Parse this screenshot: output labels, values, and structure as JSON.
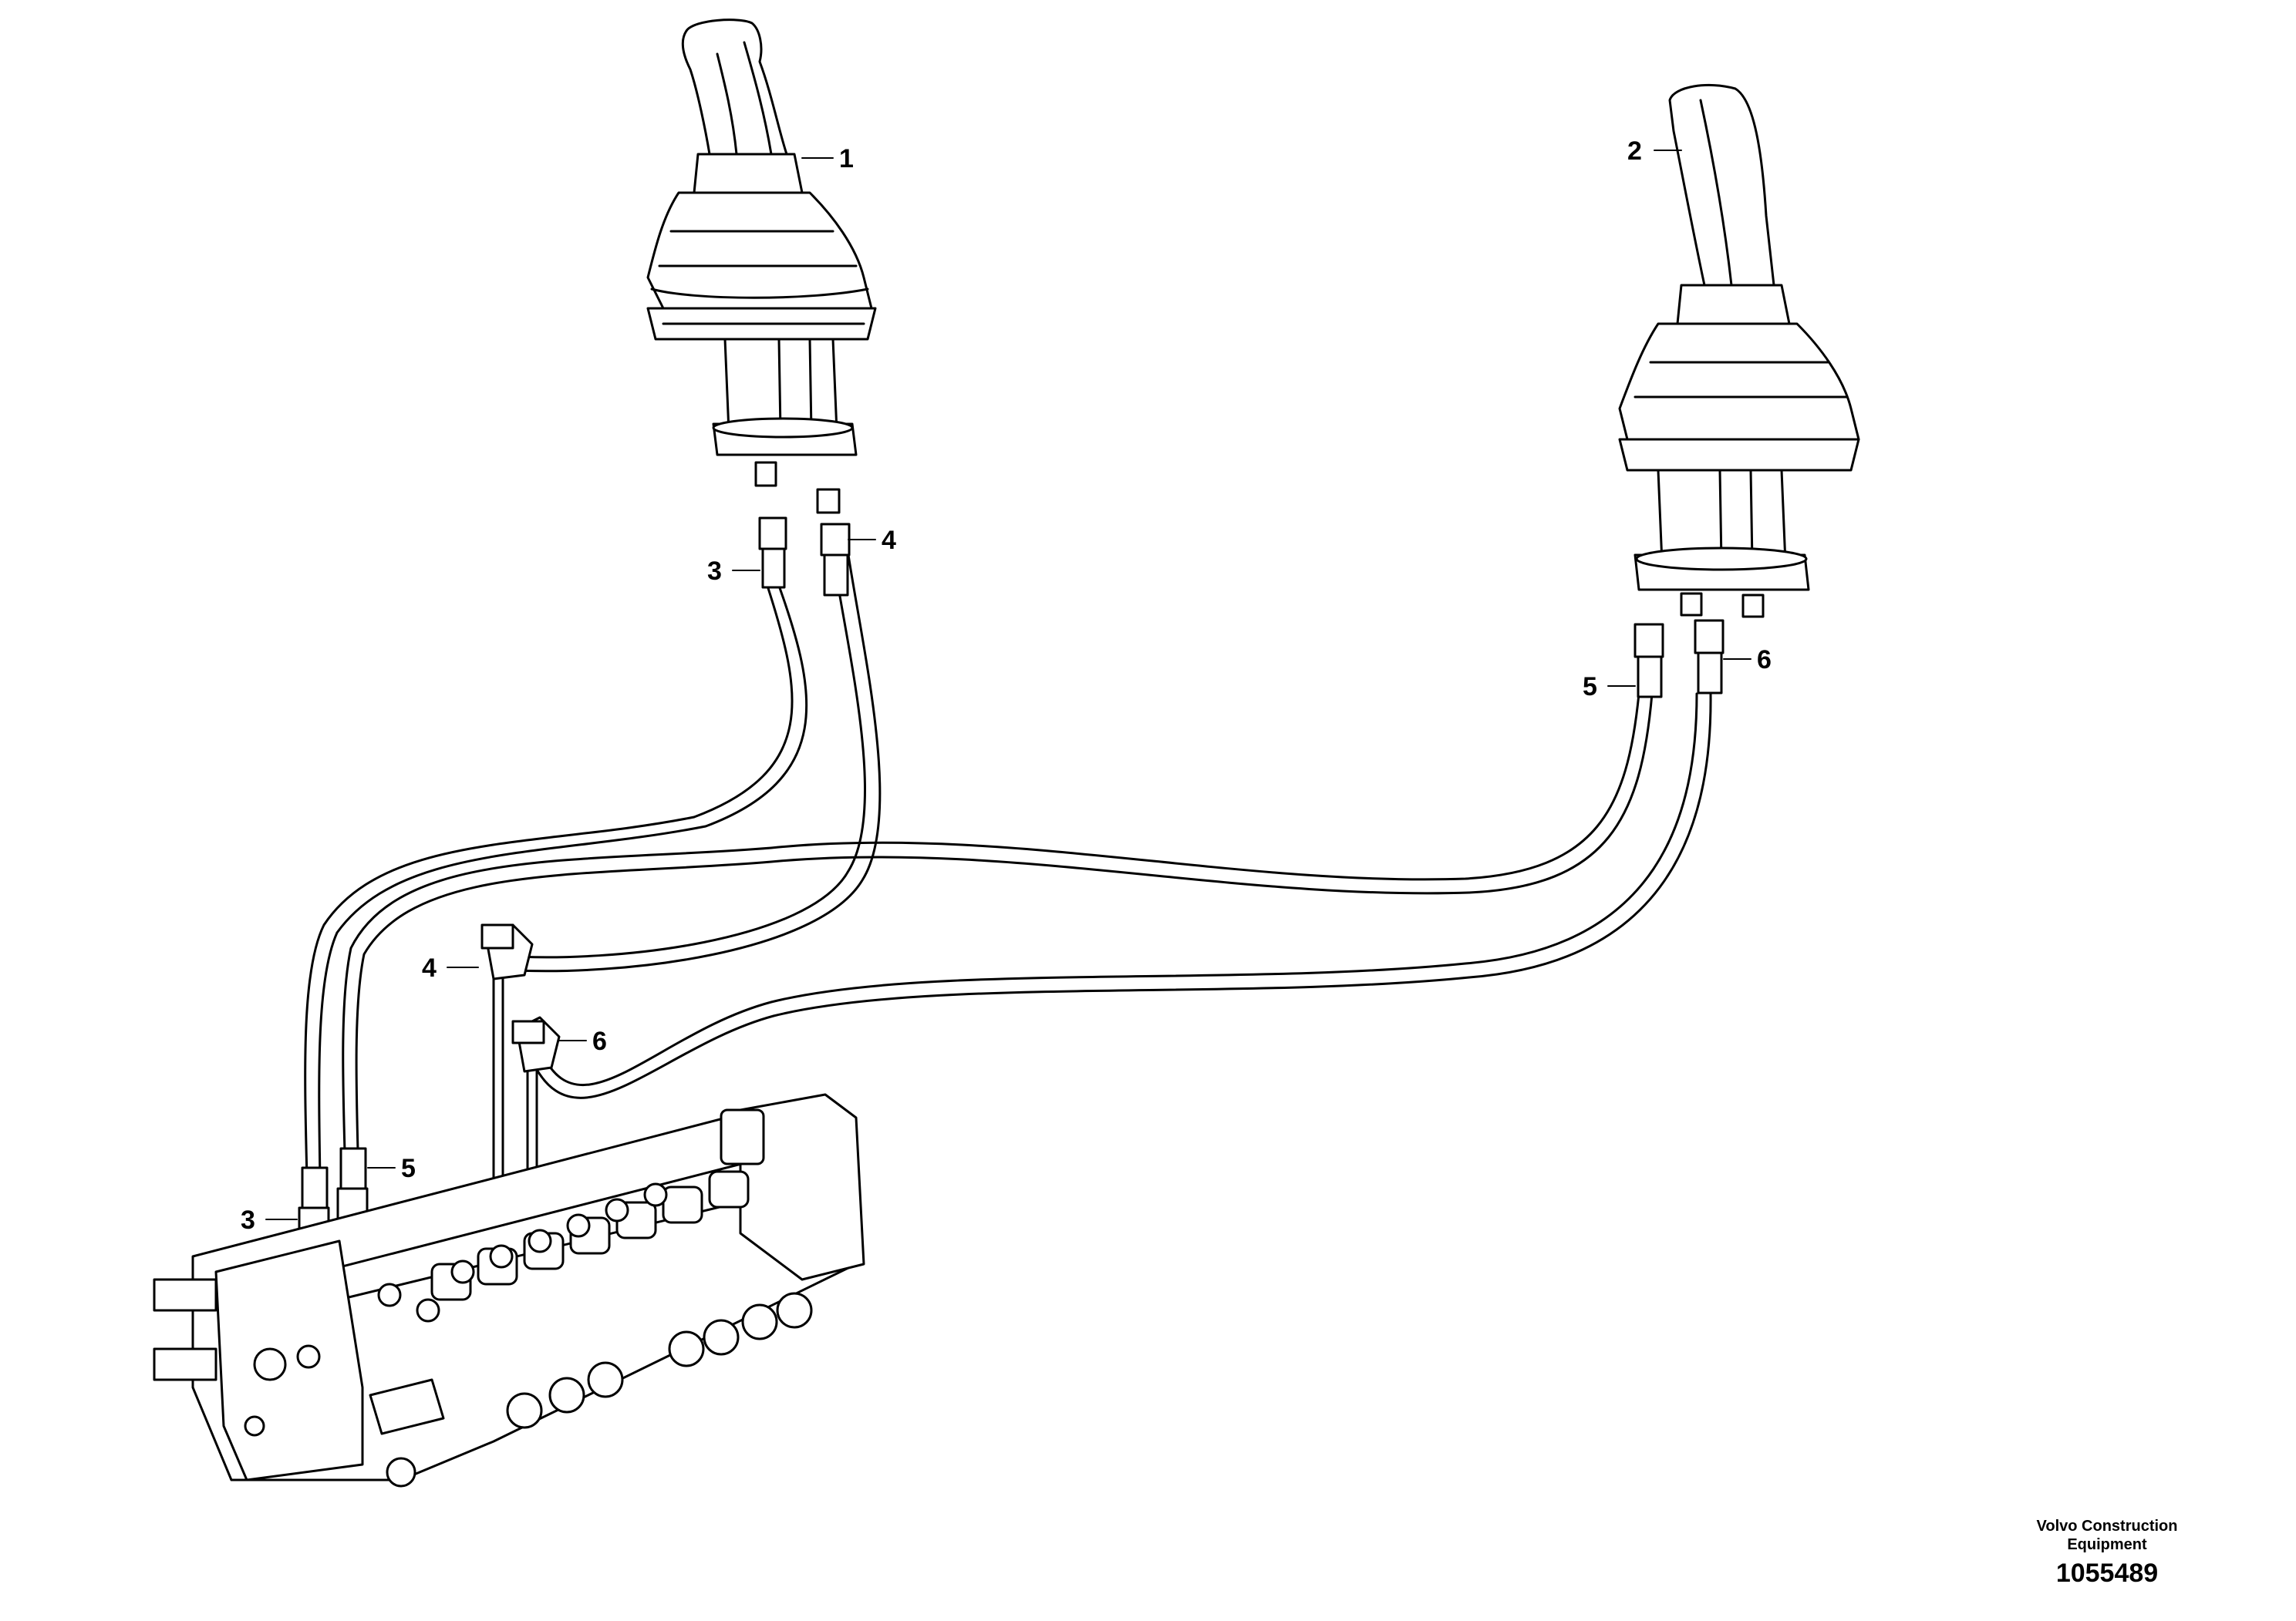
{
  "callouts": [
    {
      "id": "c1",
      "text": "1"
    },
    {
      "id": "c2",
      "text": "2"
    },
    {
      "id": "c3a",
      "text": "3"
    },
    {
      "id": "c4a",
      "text": "4"
    },
    {
      "id": "c5a",
      "text": "5"
    },
    {
      "id": "c6a",
      "text": "6"
    },
    {
      "id": "c4b",
      "text": "4"
    },
    {
      "id": "c6b",
      "text": "6"
    },
    {
      "id": "c3b",
      "text": "3"
    },
    {
      "id": "c5b",
      "text": "5"
    }
  ],
  "footer": {
    "brand_line1": "Volvo Construction",
    "brand_line2": "Equipment",
    "drawing_number": "1055489"
  }
}
